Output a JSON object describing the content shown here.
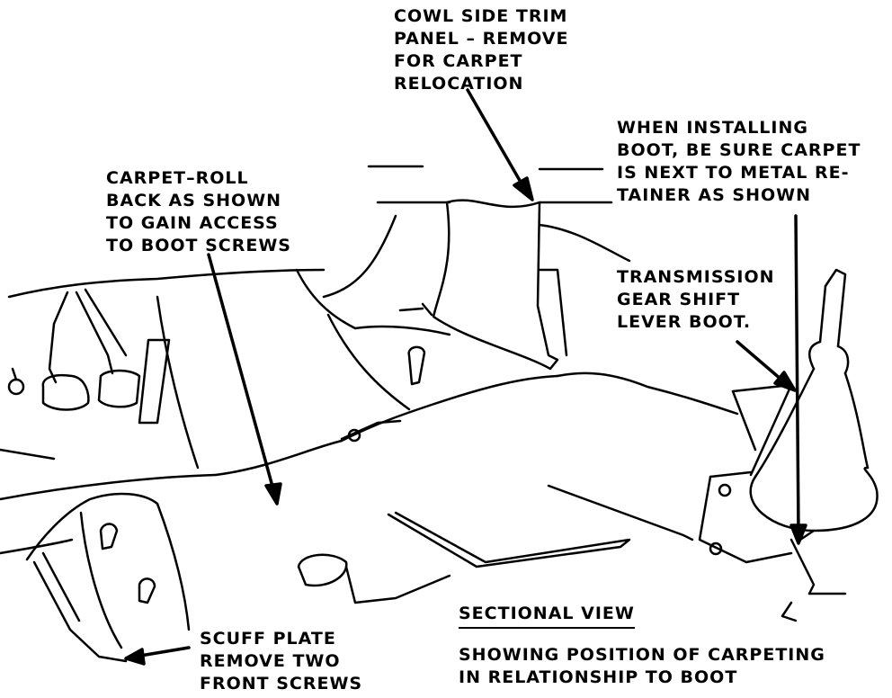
{
  "labels": {
    "cowl": [
      "COWL SIDE TRIM",
      "PANEL – REMOVE",
      "FOR CARPET",
      "RELOCATION"
    ],
    "boot_install": [
      "WHEN INSTALLING",
      "BOOT, BE SURE CARPET",
      "IS NEXT TO METAL RE-",
      "TAINER AS SHOWN"
    ],
    "carpet_roll": [
      "CARPET–ROLL",
      "BACK AS SHOWN",
      "TO GAIN ACCESS",
      "TO BOOT SCREWS"
    ],
    "transmission": [
      "TRANSMISSION",
      "GEAR SHIFT",
      "LEVER BOOT."
    ],
    "scuff": [
      "SCUFF PLATE",
      "REMOVE TWO",
      "FRONT SCREWS"
    ],
    "sectional_title": "SECTIONAL VIEW",
    "sectional_caption": [
      "SHOWING POSITION OF CARPETING",
      "IN RELATIONSHIP TO BOOT"
    ]
  },
  "colors": {
    "ink": "#000000",
    "paper": "#ffffff"
  }
}
